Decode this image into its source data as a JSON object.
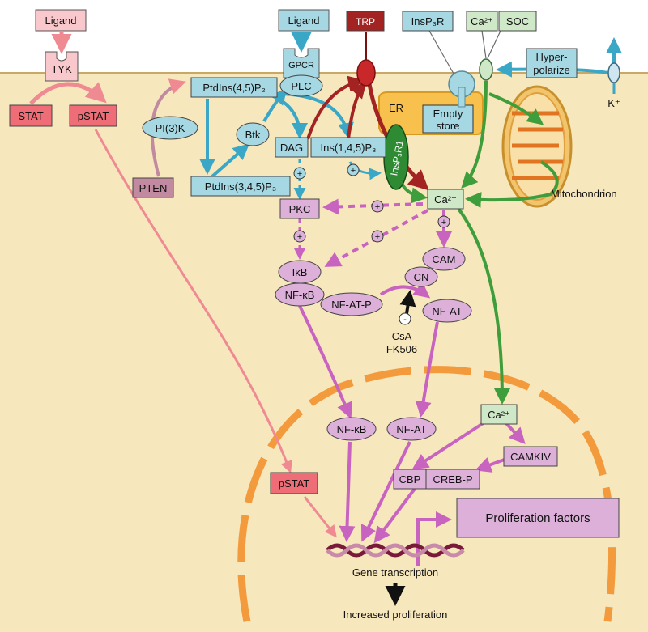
{
  "extracellular": {
    "ligand_left": "Ligand",
    "ligand_center": "Ligand",
    "trp": "TRP",
    "insp3r": "InsP₃R",
    "ca_label": "Ca²⁺",
    "soc": "SOC",
    "hyperpolarize_line1": "Hyper-",
    "hyperpolarize_line2": "polarize",
    "k_ion": "K⁺"
  },
  "membrane": {
    "tyk": "TYK",
    "gpcr": "GPCR",
    "plc": "PLC"
  },
  "cytoplasm": {
    "stat": "STAT",
    "pstat": "pSTAT",
    "pi45p2": "PtdIns(4,5)P₂",
    "pi3k": "PI(3)K",
    "btk": "Btk",
    "dag": "DAG",
    "ip3": "Ins(1,4,5)P₃",
    "pi345p3": "PtdIns(3,4,5)P₃",
    "pten": "PTEN",
    "er": "ER",
    "empty_store_line1": "Empty",
    "empty_store_line2": "store",
    "insp3r1": "InsP₃R1",
    "ca_cytosol": "Ca²⁺",
    "mitochondrion": "Mitochondrion",
    "pkc": "PKC",
    "ikb": "IκB",
    "nfkb": "NF-κB",
    "cam": "CAM",
    "cn": "CN",
    "nfat_p": "NF-AT-P",
    "nfat": "NF-AT",
    "inhibit": "-",
    "csa": "CsA",
    "fk506": "FK506",
    "plus": "+"
  },
  "nucleus": {
    "nfkb": "NF-κB",
    "nfat": "NF-AT",
    "ca": "Ca²⁺",
    "camkiv": "CAMKIV",
    "cbp": "CBP",
    "creb_p": "CREB-P",
    "pstat": "pSTAT",
    "proliferation_factors": "Proliferation factors",
    "gene_transcription": "Gene transcription"
  },
  "outcome": "Increased proliferation",
  "colors": {
    "cell": "#f7e7bd",
    "blue_node": "#a6d8e4",
    "blue_arrow": "#3aa7c6",
    "pink_node": "#dcb0d8",
    "pink_arrow": "#c864c0",
    "green_arrow": "#3f9e3c",
    "red_arrow": "#a32222",
    "salmon_arrow": "#f08a92",
    "orange": "#f39a3c"
  }
}
